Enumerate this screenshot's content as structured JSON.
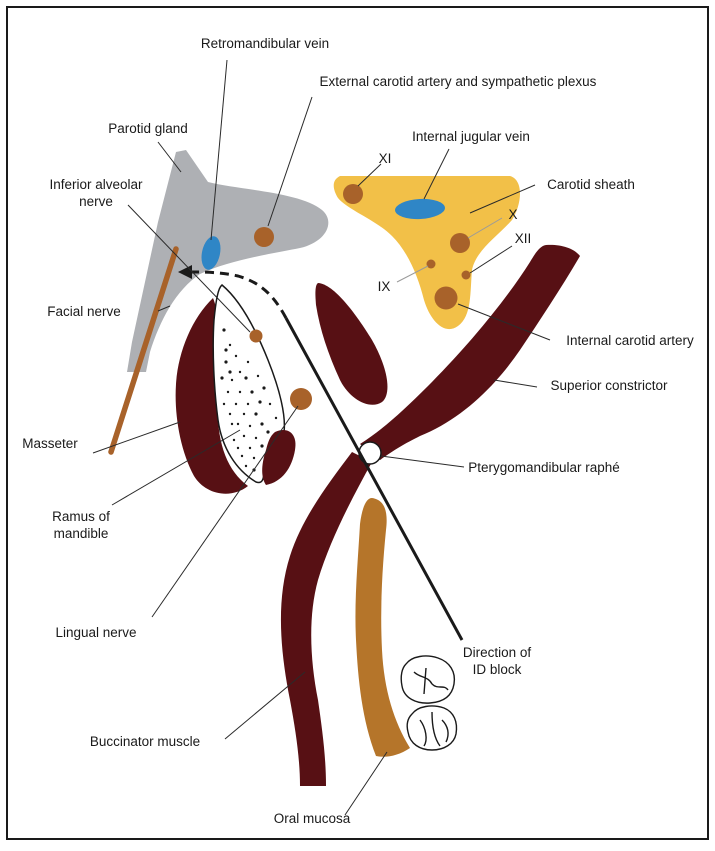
{
  "labels": {
    "retromandibular_vein": "Retromandibular vein",
    "external_carotid": "External carotid artery and sympathetic plexus",
    "parotid_gland": "Parotid gland",
    "internal_jugular_vein": "Internal jugular vein",
    "xi": "XI",
    "carotid_sheath": "Carotid sheath",
    "x": "X",
    "xii": "XII",
    "ix": "IX",
    "inferior_alveolar_line1": "Inferior alveolar",
    "inferior_alveolar_line2": "nerve",
    "facial_nerve": "Facial nerve",
    "internal_carotid": "Internal carotid artery",
    "superior_constrictor": "Superior constrictor",
    "masseter": "Masseter",
    "pterygomandibular_raphe": "Pterygomandibular raphé",
    "ramus_line1": "Ramus of",
    "ramus_line2": "mandible",
    "lingual_nerve": "Lingual nerve",
    "direction_line1": "Direction of",
    "direction_line2": "ID block",
    "buccinator": "Buccinator muscle",
    "oral_mucosa": "Oral mucosa"
  },
  "colors": {
    "muscle": "#571014",
    "parotid": "#aeb0b4",
    "carotid_sheath": "#f2c048",
    "vessel_blue": "#2f86c6",
    "nerve_brown": "#a8622a",
    "mucosa": "#b5752a",
    "frame": "#1a1a1a"
  }
}
